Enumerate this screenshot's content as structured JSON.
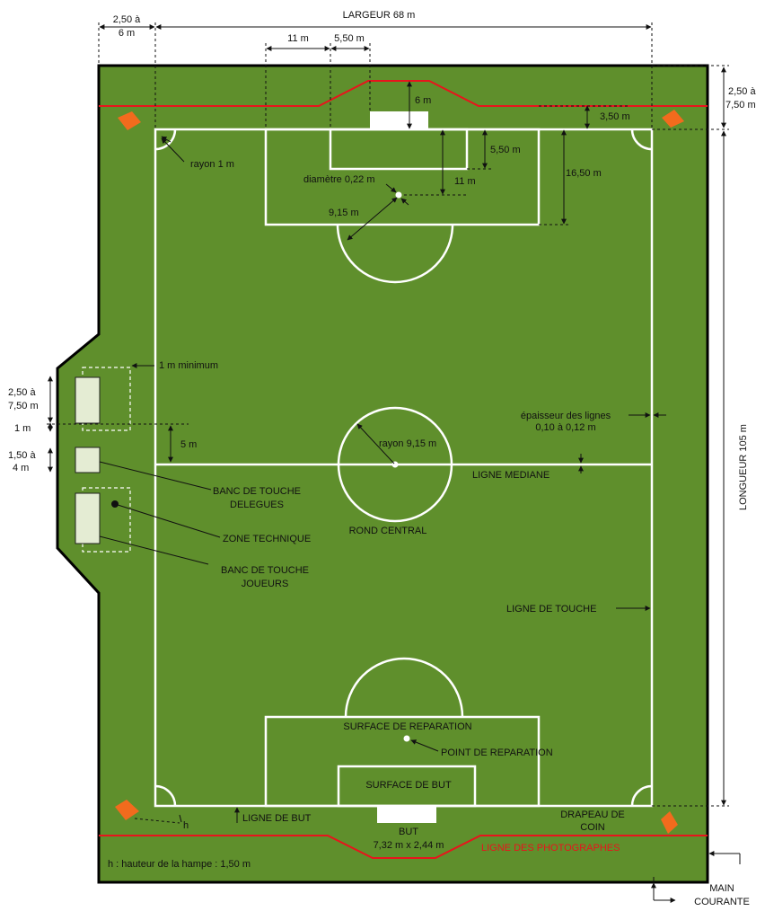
{
  "labels": {
    "largeur": "LARGEUR 68 m",
    "marge_gauche_1": "2,50 à",
    "marge_gauche_2": "6 m",
    "d11": "11 m",
    "d550": "5,50 m",
    "d6": "6 m",
    "d350": "3,50 m",
    "marge_haut_1": "2,50 à",
    "marge_haut_2": "7,50 m",
    "d550b": "5,50 m",
    "d11b": "11 m",
    "d1650": "16,50 m",
    "rayon1": "rayon 1 m",
    "diametre": "diamètre 0,22 m",
    "d915": "9,15 m",
    "minimum": "1 m minimum",
    "bench1_1": "2,50 à",
    "bench1_2": "7,50 m",
    "d1m": "1 m",
    "d5m": "5 m",
    "bench2_1": "1,50 à",
    "bench2_2": "4 m",
    "epaisseur_1": "épaisseur des lignes",
    "epaisseur_2": "0,10 à 0,12 m",
    "rayon915": "rayon 9,15 m",
    "ligne_mediane": "LIGNE MEDIANE",
    "banc_delegues_1": "BANC DE TOUCHE",
    "banc_delegues_2": "DELEGUES",
    "zone_technique": "ZONE TECHNIQUE",
    "banc_joueurs_1": "BANC DE TOUCHE",
    "banc_joueurs_2": "JOUEURS",
    "rond_central": "ROND CENTRAL",
    "ligne_touche": "LIGNE DE TOUCHE",
    "longueur": "LONGUEUR 105 m",
    "surface_reparation": "SURFACE DE REPARATION",
    "point_reparation": "POINT DE REPARATION",
    "surface_but": "SURFACE DE BUT",
    "ligne_but": "LIGNE DE BUT",
    "h": "h",
    "but_1": "BUT",
    "but_2": "7,32 m x 2,44 m",
    "drapeau_1": "DRAPEAU DE",
    "drapeau_2": "COIN",
    "photographes": "LIGNE DES PHOTOGRAPHES",
    "hauteur": "h : hauteur de la hampe : 1,50 m",
    "main_1": "MAIN",
    "main_2": "COURANTE"
  },
  "colors": {
    "grass": "#5f8f2c",
    "lines": "#ffffff",
    "photographers_line": "#e8141c",
    "corner_flag": "#f26b1d"
  }
}
